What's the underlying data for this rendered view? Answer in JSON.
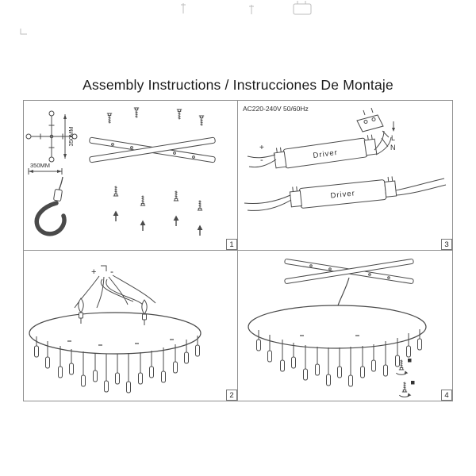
{
  "title": "Assembly Instructions / Instrucciones De Montaje",
  "panel1": {
    "number": "1",
    "dim": "350MM"
  },
  "panel2": {
    "number": "2",
    "plus": "+",
    "minus": "-"
  },
  "panel3": {
    "number": "3",
    "spec": "AC220-240V 50/60Hz",
    "driver": "Driver",
    "plus": "+",
    "minus": "-",
    "line": "L",
    "neutral": "N"
  },
  "panel4": {
    "number": "4"
  }
}
